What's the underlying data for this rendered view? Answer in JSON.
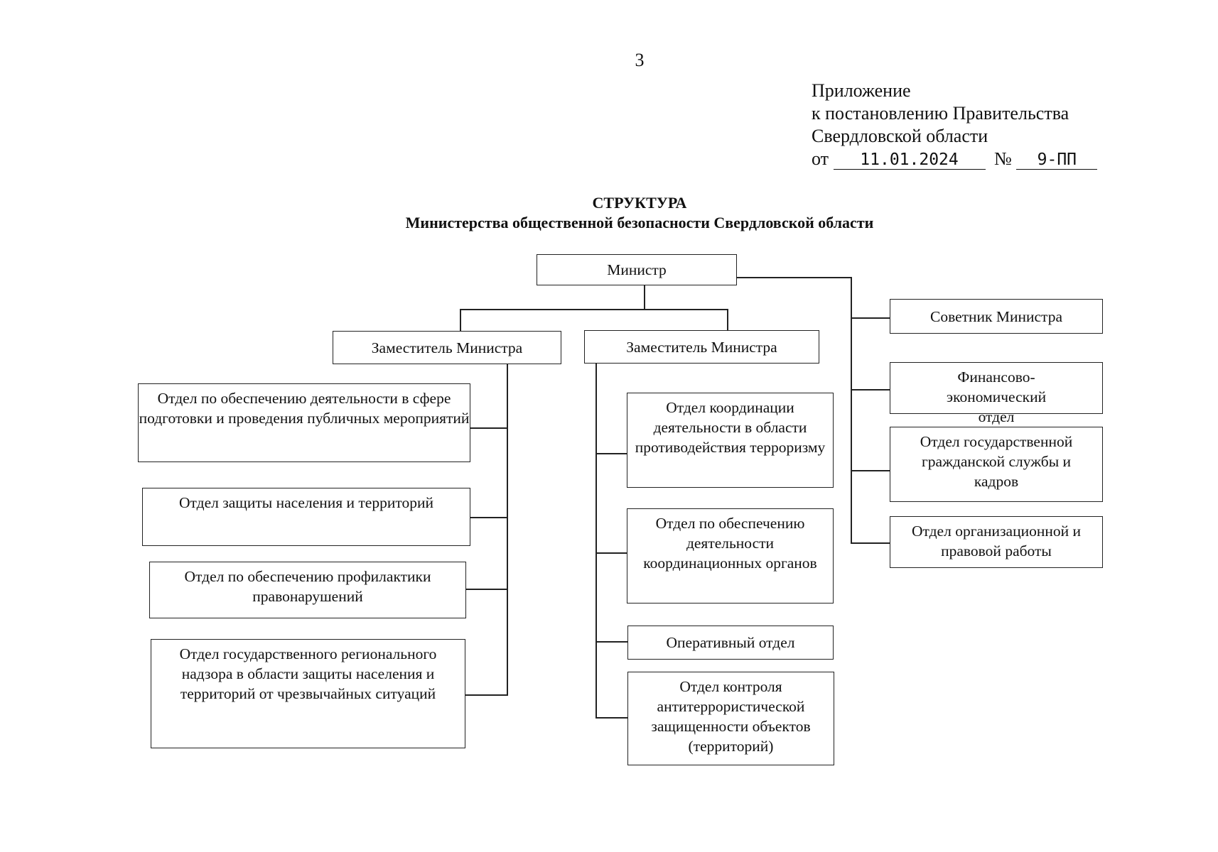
{
  "page_number": "3",
  "appendix": {
    "line1": "Приложение",
    "line2": "к постановлению Правительства",
    "line3": "Свердловской области",
    "date_prefix": "от",
    "date": "11.01.2024",
    "number_prefix": "№",
    "number": "9-ПП"
  },
  "heading": {
    "title": "СТРУКТУРА",
    "subtitle": "Министерства общественной безопасности Свердловской области"
  },
  "org": {
    "minister": "Министр",
    "deputy_left": "Заместитель Министра",
    "deputy_right": "Заместитель Министра",
    "advisor": "Советник Министра",
    "left_units": [
      "Отдел по обеспечению деятельности в сфере подготовки и проведения публичных мероприятий",
      "Отдел защиты населения и территорий",
      "Отдел по обеспечению профилактики правонарушений",
      "Отдел государственного регионального надзора в области защиты населения и территорий от чрезвычайных ситуаций"
    ],
    "middle_units": [
      "Отдел координации деятельности в области противодействия терроризму",
      "Отдел по обеспечению деятельности координационных органов",
      "Оперативный отдел",
      "Отдел контроля антитеррористической защищенности объектов (территорий)"
    ],
    "right_units": [
      "Финансово-экономический отдел",
      "Отдел государственной гражданской службы и кадров",
      "Отдел организационной и правовой работы"
    ]
  }
}
